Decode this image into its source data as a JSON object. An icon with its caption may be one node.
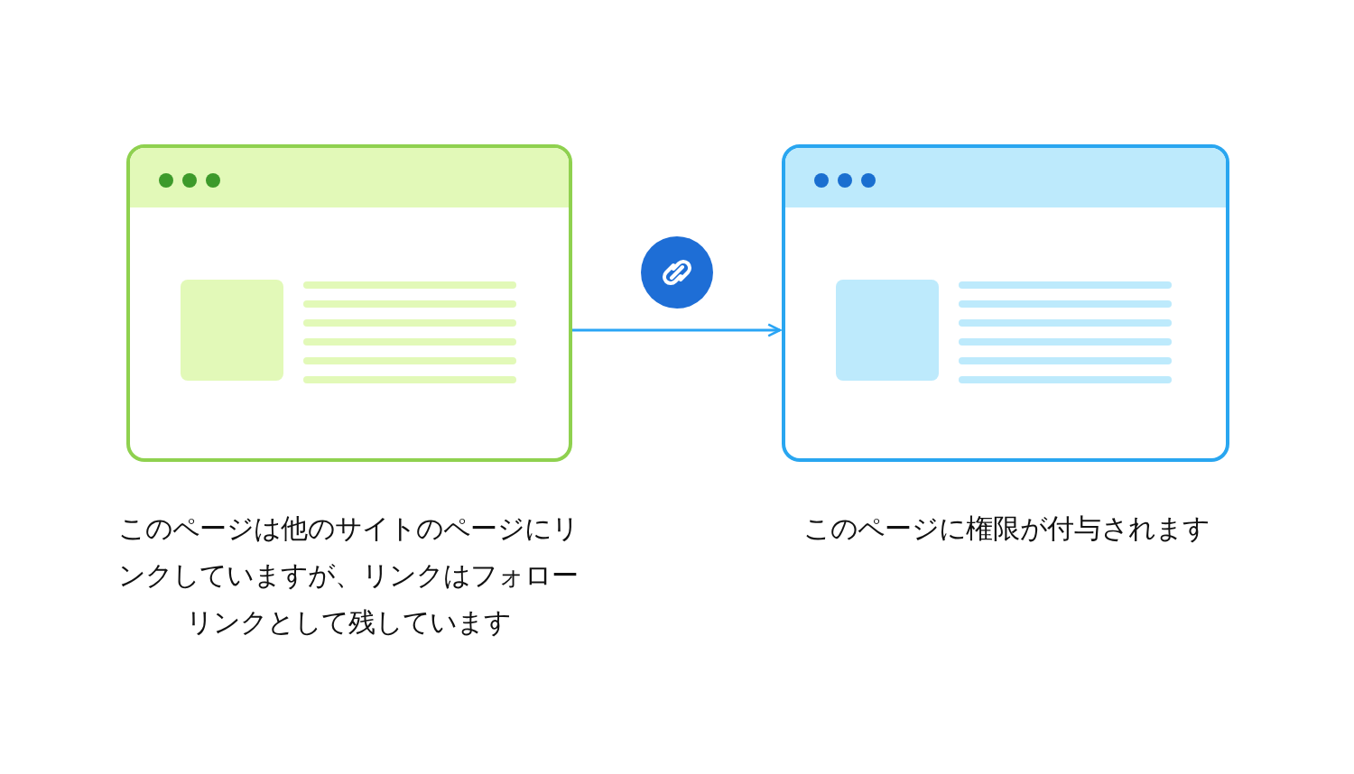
{
  "diagram": {
    "nodes": [
      {
        "text": [],
        "shape": "box",
        "beside": [
          "このページは他のサイトのページにリンクしていますが、リンクはフォローリンクとして残しています"
        ]
      },
      {
        "text": [],
        "shape": "box",
        "beside": [
          "このページに権限が付与されます"
        ]
      }
    ],
    "edges": [
      {
        "from": 0,
        "to": 1,
        "arrow": "to"
      }
    ]
  }
}
